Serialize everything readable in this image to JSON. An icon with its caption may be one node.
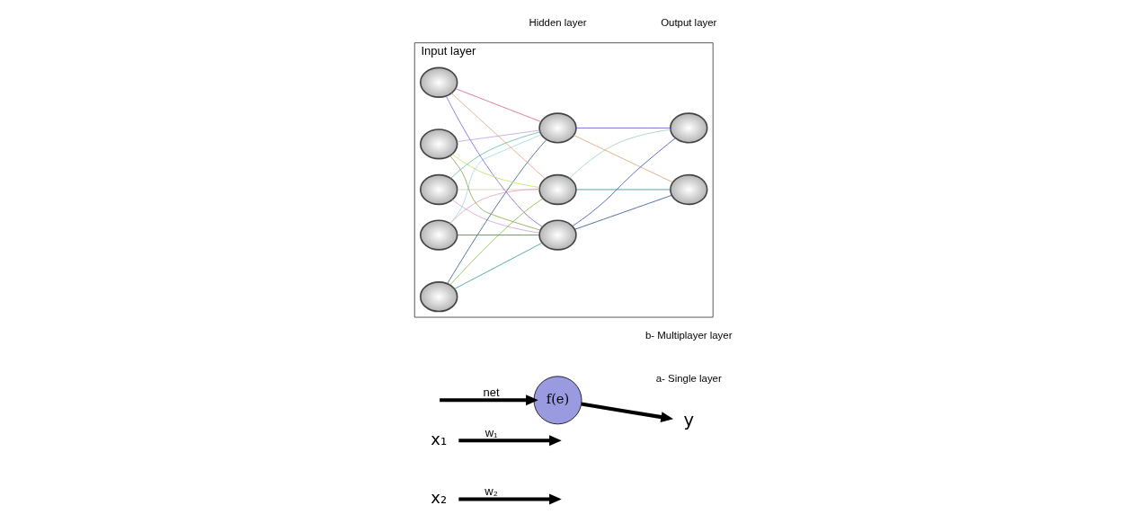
{
  "diagram": {
    "nodes": [
      {
        "text": [
          "x₁"
        ]
      },
      {
        "text": [
          "x₂"
        ]
      },
      {
        "text": [
          "f(e)"
        ]
      },
      {
        "text": [
          "y"
        ]
      },
      {
        "text": [
          "Input layer"
        ]
      },
      {
        "text": [],
        "shape": "circle",
        "in": 4
      },
      {
        "text": [],
        "shape": "circle",
        "in": 4
      },
      {
        "text": [],
        "shape": "circle",
        "in": 4
      },
      {
        "text": [],
        "shape": "circle",
        "in": 4
      },
      {
        "text": [],
        "shape": "circle",
        "in": 4
      },
      {
        "text": [],
        "shape": "circle",
        "in": 4
      },
      {
        "text": [],
        "shape": "circle",
        "in": 4
      },
      {
        "text": [],
        "shape": "circle",
        "in": 4
      },
      {
        "text": [],
        "shape": "circle",
        "in": 4
      },
      {
        "text": [],
        "shape": "circle",
        "in": 4
      }
    ],
    "edges": [
      {
        "from": 0,
        "to": null,
        "arrow": "to",
        "label": "w₁",
        "style": "thick"
      },
      {
        "from": 1,
        "to": null,
        "arrow": "to",
        "label": "w₂",
        "style": "thick"
      },
      {
        "from": null,
        "to": 2,
        "arrow": "to",
        "label": "net",
        "style": "thick"
      },
      {
        "from": 2,
        "to": 3,
        "arrow": "to",
        "style": "thick"
      },
      {
        "from": 5,
        "to": 10,
        "arrow": "none",
        "color": "#d8cfb0"
      },
      {
        "from": 5,
        "to": 11,
        "arrow": "none",
        "color": "#5fbf9f"
      },
      {
        "from": 5,
        "to": 12,
        "arrow": "none",
        "color": "#d0a0d0"
      },
      {
        "from": 6,
        "to": 10,
        "arrow": "none",
        "color": "#7fbf3f"
      },
      {
        "from": 6,
        "to": 11,
        "arrow": "none",
        "color": "#2f5f7f"
      },
      {
        "from": 6,
        "to": 12,
        "arrow": "none",
        "color": "#2f9f8f"
      },
      {
        "from": 7,
        "to": 10,
        "arrow": "none",
        "color": "#e0a0c0"
      },
      {
        "from": 7,
        "to": 11,
        "arrow": "none",
        "color": "#a0d8e0"
      },
      {
        "from": 7,
        "to": 12,
        "arrow": "none",
        "color": "#4f7f3f"
      },
      {
        "from": 8,
        "to": 10,
        "arrow": "none",
        "color": "#e0a080"
      },
      {
        "from": 8,
        "to": 11,
        "arrow": "none",
        "color": "#e06080"
      },
      {
        "from": 8,
        "to": 12,
        "arrow": "none",
        "color": "#8060e0"
      },
      {
        "from": 9,
        "to": 10,
        "arrow": "none",
        "color": "#c0e060"
      },
      {
        "from": 9,
        "to": 11,
        "arrow": "none",
        "color": "#c0a0e0"
      },
      {
        "from": 9,
        "to": 12,
        "arrow": "none",
        "color": "#8f9f4f"
      },
      {
        "from": 10,
        "to": 13,
        "arrow": "none",
        "color": "#a0d0b0"
      },
      {
        "from": 10,
        "to": 14,
        "arrow": "none",
        "color": "#2f8f9f"
      },
      {
        "from": 11,
        "to": 13,
        "arrow": "none",
        "color": "#6050d0"
      },
      {
        "from": 11,
        "to": 14,
        "arrow": "none",
        "color": "#e0a070"
      },
      {
        "from": 12,
        "to": 13,
        "arrow": "none",
        "color": "#3050b0"
      },
      {
        "from": 12,
        "to": 14,
        "arrow": "none",
        "color": "#305090"
      }
    ],
    "labels": [
      "Hidden layer",
      "Output layer",
      "a- Single layer",
      "b- Multiplayer layer"
    ]
  }
}
